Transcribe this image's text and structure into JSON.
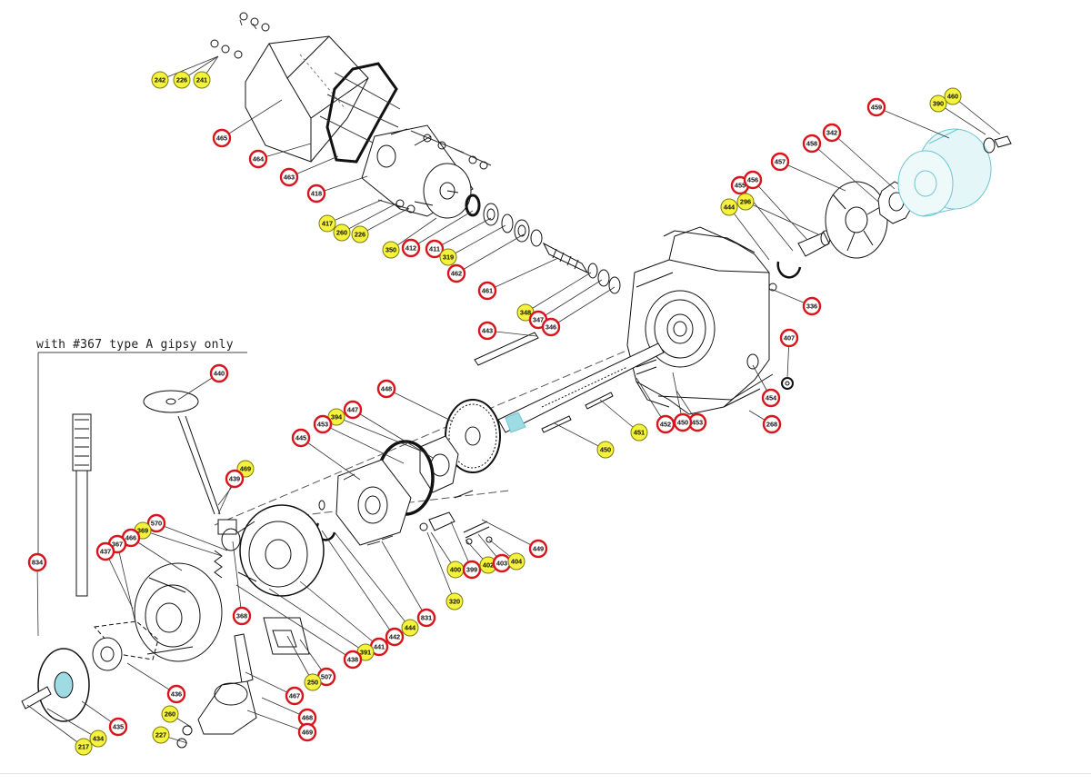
{
  "diagram": {
    "note": "with #367 type A gipsy only",
    "colors": {
      "red_ring": "#d8141c",
      "yellow_fill": "#f4f23c",
      "badge_bg": "#ffffff",
      "line": "#111111",
      "highlight": "#8fd9e2"
    },
    "callouts": [
      {
        "label": "242",
        "kind": "yellow"
      },
      {
        "label": "226",
        "kind": "yellow"
      },
      {
        "label": "241",
        "kind": "yellow"
      },
      {
        "label": "465",
        "kind": "red"
      },
      {
        "label": "464",
        "kind": "red"
      },
      {
        "label": "463",
        "kind": "red"
      },
      {
        "label": "418",
        "kind": "red"
      },
      {
        "label": "417",
        "kind": "yellow"
      },
      {
        "label": "260",
        "kind": "yellow"
      },
      {
        "label": "226",
        "kind": "yellow"
      },
      {
        "label": "350",
        "kind": "yellow"
      },
      {
        "label": "412",
        "kind": "red"
      },
      {
        "label": "411",
        "kind": "red"
      },
      {
        "label": "319",
        "kind": "yellow"
      },
      {
        "label": "462",
        "kind": "red"
      },
      {
        "label": "461",
        "kind": "red"
      },
      {
        "label": "348",
        "kind": "yellow"
      },
      {
        "label": "347",
        "kind": "red"
      },
      {
        "label": "346",
        "kind": "red"
      },
      {
        "label": "443",
        "kind": "red"
      },
      {
        "label": "459",
        "kind": "red"
      },
      {
        "label": "390",
        "kind": "yellow"
      },
      {
        "label": "460",
        "kind": "yellow"
      },
      {
        "label": "342",
        "kind": "red"
      },
      {
        "label": "458",
        "kind": "red"
      },
      {
        "label": "457",
        "kind": "red"
      },
      {
        "label": "455",
        "kind": "red"
      },
      {
        "label": "456",
        "kind": "red"
      },
      {
        "label": "296",
        "kind": "yellow"
      },
      {
        "label": "444",
        "kind": "yellow"
      },
      {
        "label": "336",
        "kind": "red"
      },
      {
        "label": "407",
        "kind": "red"
      },
      {
        "label": "454",
        "kind": "red"
      },
      {
        "label": "268",
        "kind": "red"
      },
      {
        "label": "453",
        "kind": "red"
      },
      {
        "label": "450",
        "kind": "red"
      },
      {
        "label": "452",
        "kind": "red"
      },
      {
        "label": "451",
        "kind": "yellow"
      },
      {
        "label": "450",
        "kind": "yellow"
      },
      {
        "label": "448",
        "kind": "red"
      },
      {
        "label": "394",
        "kind": "yellow"
      },
      {
        "label": "447",
        "kind": "red"
      },
      {
        "label": "453",
        "kind": "red"
      },
      {
        "label": "445",
        "kind": "red"
      },
      {
        "label": "440",
        "kind": "red"
      },
      {
        "label": "469",
        "kind": "yellow"
      },
      {
        "label": "439",
        "kind": "red"
      },
      {
        "label": "570",
        "kind": "red"
      },
      {
        "label": "369",
        "kind": "yellow"
      },
      {
        "label": "466",
        "kind": "red"
      },
      {
        "label": "367",
        "kind": "red"
      },
      {
        "label": "437",
        "kind": "red"
      },
      {
        "label": "834",
        "kind": "red"
      },
      {
        "label": "449",
        "kind": "red"
      },
      {
        "label": "400",
        "kind": "yellow"
      },
      {
        "label": "399",
        "kind": "red"
      },
      {
        "label": "402",
        "kind": "yellow"
      },
      {
        "label": "403",
        "kind": "red"
      },
      {
        "label": "404",
        "kind": "yellow"
      },
      {
        "label": "320",
        "kind": "yellow"
      },
      {
        "label": "831",
        "kind": "red"
      },
      {
        "label": "444",
        "kind": "yellow"
      },
      {
        "label": "442",
        "kind": "red"
      },
      {
        "label": "441",
        "kind": "red"
      },
      {
        "label": "391",
        "kind": "yellow"
      },
      {
        "label": "438",
        "kind": "red"
      },
      {
        "label": "368",
        "kind": "red"
      },
      {
        "label": "507",
        "kind": "red"
      },
      {
        "label": "250",
        "kind": "yellow"
      },
      {
        "label": "467",
        "kind": "red"
      },
      {
        "label": "468",
        "kind": "red"
      },
      {
        "label": "469",
        "kind": "red"
      },
      {
        "label": "436",
        "kind": "red"
      },
      {
        "label": "435",
        "kind": "red"
      },
      {
        "label": "260",
        "kind": "yellow"
      },
      {
        "label": "227",
        "kind": "yellow"
      },
      {
        "label": "434",
        "kind": "yellow"
      },
      {
        "label": "217",
        "kind": "yellow"
      }
    ]
  }
}
